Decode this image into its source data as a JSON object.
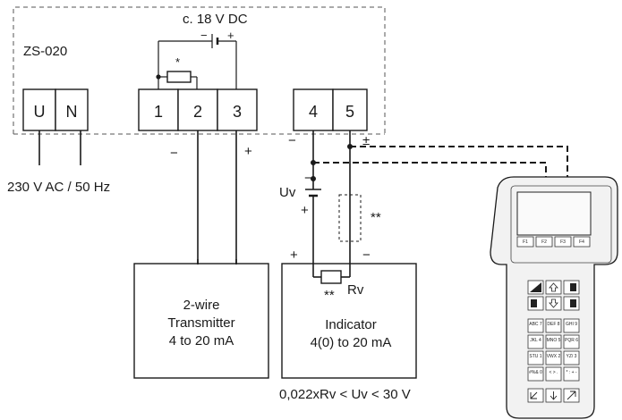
{
  "device": {
    "name": "ZS-020",
    "supply_label": "c. 18 V DC",
    "mains_label": "230 V AC / 50 Hz",
    "star": "*"
  },
  "terminals": {
    "mains": [
      "U",
      "N"
    ],
    "left": [
      "1",
      "2",
      "3"
    ],
    "right": [
      "4",
      "5"
    ]
  },
  "polarity": {
    "t2": "−",
    "t3": "+",
    "t4": "−",
    "t5": "±",
    "uv_minus": "−",
    "uv_plus": "+",
    "ind_plus": "+",
    "ind_minus": "−"
  },
  "uv_label": "Uv",
  "rv_label": "Rv",
  "rv_stars": "**",
  "optional_stars": "**",
  "transmitter": {
    "line1": "2-wire",
    "line2": "Transmitter",
    "line3": "4 to 20 mA"
  },
  "indicator": {
    "line1": "Indicator",
    "line2": "4(0) to 20 mA"
  },
  "formula": "0,022xRv < Uv < 30 V",
  "handheld": {
    "function_keys": [
      "F1",
      "F2",
      "F3",
      "F4"
    ],
    "alpha_keys": [
      [
        "ABC 7",
        "DEF 8",
        "GHI 9"
      ],
      [
        "JKL 4",
        "MNO 5",
        "PQR 6"
      ],
      [
        "STU 1",
        "VWX 2",
        "YZ/ 3"
      ],
      [
        "#%& 0",
        "< > .",
        "* : + -"
      ]
    ]
  }
}
